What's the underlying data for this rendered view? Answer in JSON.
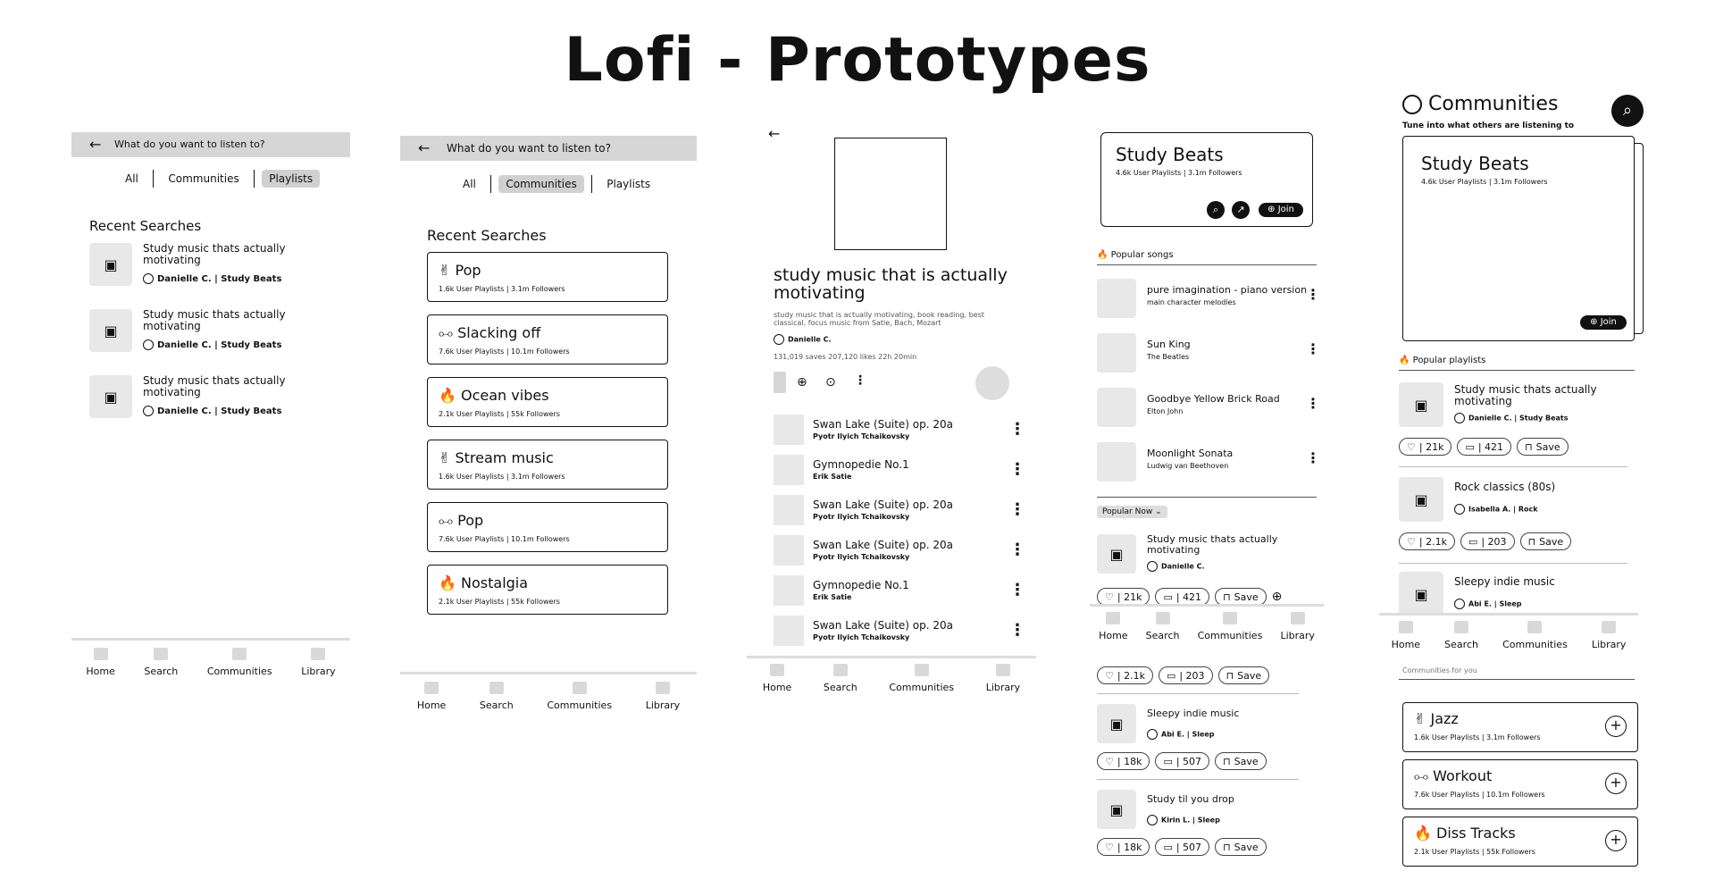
{
  "title": "Lofi - Prototypes",
  "search_prompt": "What do you want to listen to?",
  "tabs": {
    "all": "All",
    "communities": "Communities",
    "playlists": "Playlists"
  },
  "recent_searches": "Recent Searches",
  "nav": {
    "home": "Home",
    "search": "Search",
    "communities": "Communities",
    "library": "Library"
  },
  "screen1": {
    "items": [
      {
        "title": "Study music thats actually motivating",
        "meta": "Danielle C. | Study Beats"
      },
      {
        "title": "Study music thats actually motivating",
        "meta": "Danielle C. | Study Beats"
      },
      {
        "title": "Study music thats actually motivating",
        "meta": "Danielle C. | Study Beats"
      }
    ]
  },
  "screen2": {
    "items": [
      {
        "icon": "✌",
        "name": "Pop",
        "meta": "1.6k User Playlists | 3.1m Followers"
      },
      {
        "icon": "⧟",
        "name": "Slacking off",
        "meta": "7.6k User Playlists | 10.1m Followers"
      },
      {
        "icon": "🔥",
        "name": "Ocean vibes",
        "meta": "2.1k User Playlists | 55k Followers"
      },
      {
        "icon": "✌",
        "name": "Stream music",
        "meta": "1.6k User Playlists | 3.1m Followers"
      },
      {
        "icon": "⧟",
        "name": "Pop",
        "meta": "7.6k User Playlists | 10.1m Followers"
      },
      {
        "icon": "🔥",
        "name": "Nostalgia",
        "meta": "2.1k User Playlists | 55k Followers"
      }
    ]
  },
  "screen3": {
    "title": "study music that is actually motivating",
    "desc": "study music that is actually motivating, book reading, best classical, focus music from Satie, Bach, Mozart",
    "author": "Danielle C.",
    "stats": "131,019 saves  207,120 likes  22h 20min",
    "tracks": [
      {
        "name": "Swan Lake (Suite) op. 20a",
        "artist": "Pyotr Ilyich Tchaikovsky"
      },
      {
        "name": "Gymnopedie No.1",
        "artist": "Erik Satie"
      },
      {
        "name": "Swan Lake (Suite) op. 20a",
        "artist": "Pyotr Ilyich Tchaikovsky"
      },
      {
        "name": "Swan Lake (Suite) op. 20a",
        "artist": "Pyotr Ilyich Tchaikovsky"
      },
      {
        "name": "Gymnopedie No.1",
        "artist": "Erik Satie"
      },
      {
        "name": "Swan Lake (Suite) op. 20a",
        "artist": "Pyotr Ilyich Tchaikovsky"
      }
    ]
  },
  "screen4": {
    "community": {
      "name": "Study Beats",
      "meta": "4.6k User Playlists | 3.1m Followers",
      "join": "Join"
    },
    "popular_songs": "Popular songs",
    "songs": [
      {
        "name": "pure imagination - piano version",
        "artist": "main character melodies"
      },
      {
        "name": "Sun King",
        "artist": "The Beatles"
      },
      {
        "name": "Goodbye Yellow Brick Road",
        "artist": "Elton John"
      },
      {
        "name": "Moonlight Sonata",
        "artist": "Ludwig van Beethoven"
      }
    ],
    "popular_now": "Popular Now",
    "playlists": [
      {
        "title": "Study music thats actually motivating",
        "meta": "Danielle C.",
        "likes": "| 21k",
        "comments": "| 421",
        "save": "Save"
      },
      {
        "title": "Sleepy indie music",
        "meta": "Abi E. | Sleep",
        "likes": "| 18k",
        "comments": "| 507",
        "save": "Save"
      },
      {
        "title": "Study til you drop",
        "meta": "Kirin L. | Sleep",
        "likes": "| 18k",
        "comments": "| 507",
        "save": "Save"
      }
    ],
    "partial": {
      "likes": "| 2.1k",
      "comments": "| 203",
      "save": "Save"
    }
  },
  "screen5": {
    "header": "Communities",
    "subheader": "Tune into what others are listening to",
    "community": {
      "name": "Study Beats",
      "meta": "4.6k User Playlists | 3.1m Followers",
      "join": "Join"
    },
    "popular_playlists": "Popular playlists",
    "playlists": [
      {
        "title": "Study music thats actually motivating",
        "meta": "Danielle C. | Study Beats",
        "likes": "| 21k",
        "comments": "| 421",
        "save": "Save"
      },
      {
        "title": "Rock classics (80s)",
        "meta": "Isabella A. | Rock",
        "likes": "| 2.1k",
        "comments": "| 203",
        "save": "Save"
      },
      {
        "title": "Sleepy indie music",
        "meta": "Abi E. | Sleep"
      }
    ],
    "communities_for_you": "Communities for you",
    "for_you": [
      {
        "icon": "✌",
        "name": "Jazz",
        "meta": "1.6k User Playlists | 3.1m Followers"
      },
      {
        "icon": "⧟",
        "name": "Workout",
        "meta": "7.6k User Playlists | 10.1m Followers"
      },
      {
        "icon": "🔥",
        "name": "Diss Tracks",
        "meta": "2.1k User Playlists | 55k Followers"
      }
    ]
  }
}
